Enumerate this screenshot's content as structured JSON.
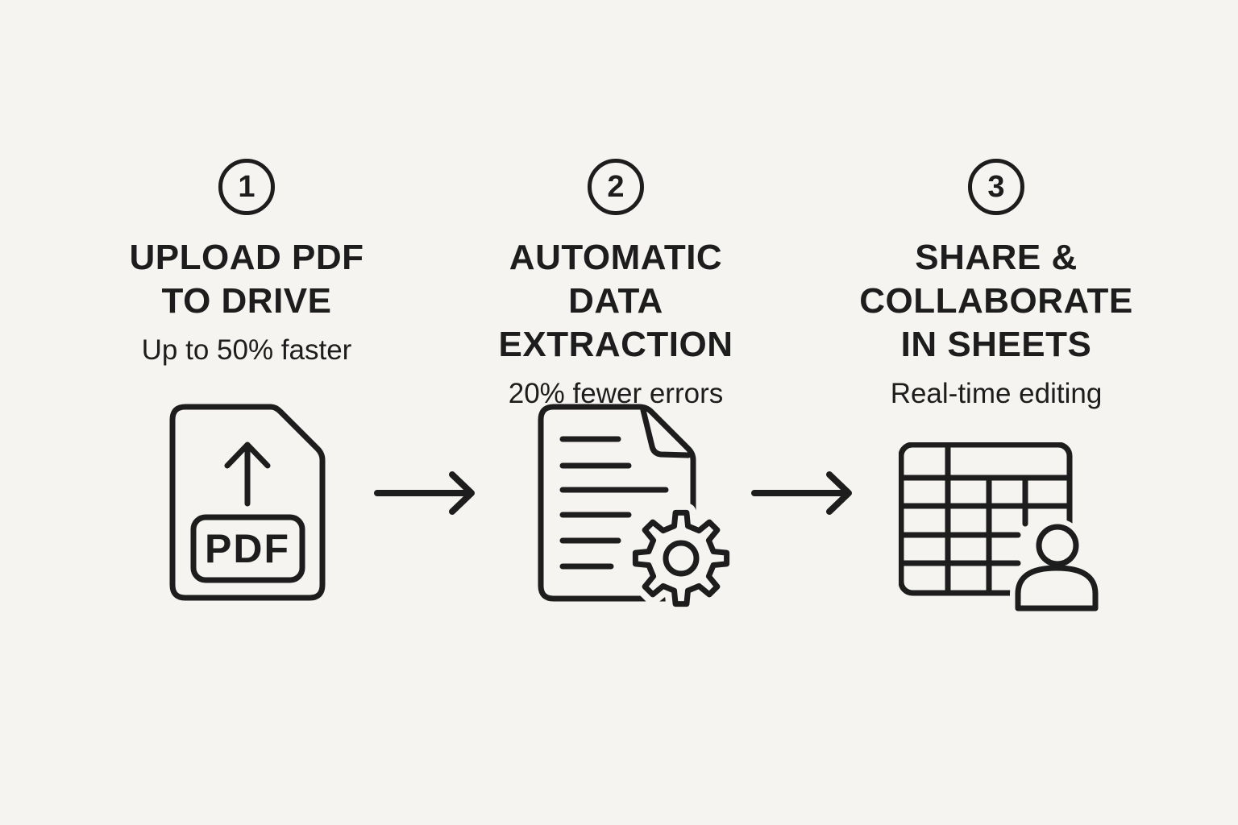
{
  "colors": {
    "background": "#f5f4f1",
    "ink": "#1d1d1d"
  },
  "diagram_type": "three-step-process-flow",
  "steps": [
    {
      "number": "1",
      "title_lines": [
        "UPLOAD PDF",
        "TO DRIVE"
      ],
      "subtitle": "Up to 50% faster",
      "icon": "pdf-upload-icon",
      "file_label": "PDF"
    },
    {
      "number": "2",
      "title_lines": [
        "AUTOMATIC",
        "DATA EXTRACTION"
      ],
      "subtitle": "20% fewer errors",
      "icon": "document-gear-icon"
    },
    {
      "number": "3",
      "title_lines": [
        "SHARE &",
        "COLLABORATE",
        "IN SHEETS"
      ],
      "subtitle": "Real-time editing",
      "icon": "spreadsheet-user-icon"
    }
  ],
  "connectors": [
    "arrow-right",
    "arrow-right"
  ]
}
